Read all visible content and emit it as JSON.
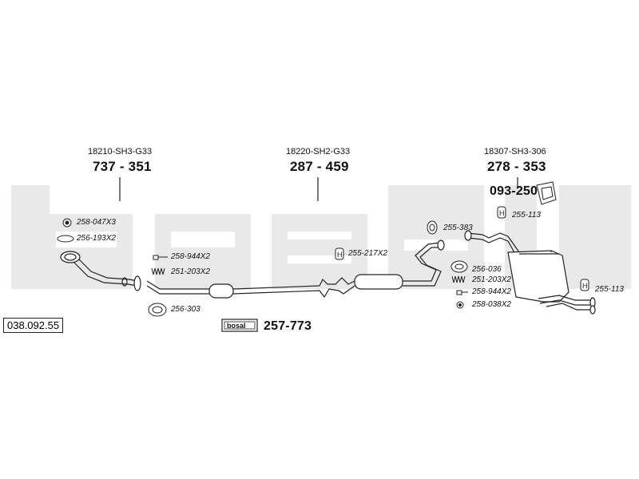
{
  "colors": {
    "watermark": "#e6e6e6",
    "line": "#222222"
  },
  "catalog_code": "038.092.55",
  "brand_logo": "bosal",
  "sections": [
    {
      "oem": "18210-SH3-G33",
      "part": "737 - 351"
    },
    {
      "oem": "18220-SH2-G33",
      "part": "287 - 459"
    },
    {
      "oem": "18307-SH3-306",
      "part": "278 - 353"
    }
  ],
  "mounting_kit": {
    "part": "257-773"
  },
  "accessory_part": "093-250",
  "labels": {
    "c258_047": "258-047X3",
    "c256_193": "256-193X2",
    "c258_944a": "258-944X2",
    "c251_203a": "251-203X2",
    "c256_303": "256-303",
    "c255_217": "255-217X2",
    "c255_383": "255-383",
    "c255_113a": "255-113",
    "c256_036": "256-036",
    "c251_203b": "251-203X2",
    "c258_944b": "258-944X2",
    "c258_038": "258-038X2",
    "c255_113b": "255-113"
  },
  "icons": [
    "nut-icon",
    "gasket-ring-icon",
    "bolt-icon",
    "spring-icon",
    "flange-gasket-icon",
    "hanger-icon",
    "rubber-mount-icon",
    "clamp-icon"
  ]
}
